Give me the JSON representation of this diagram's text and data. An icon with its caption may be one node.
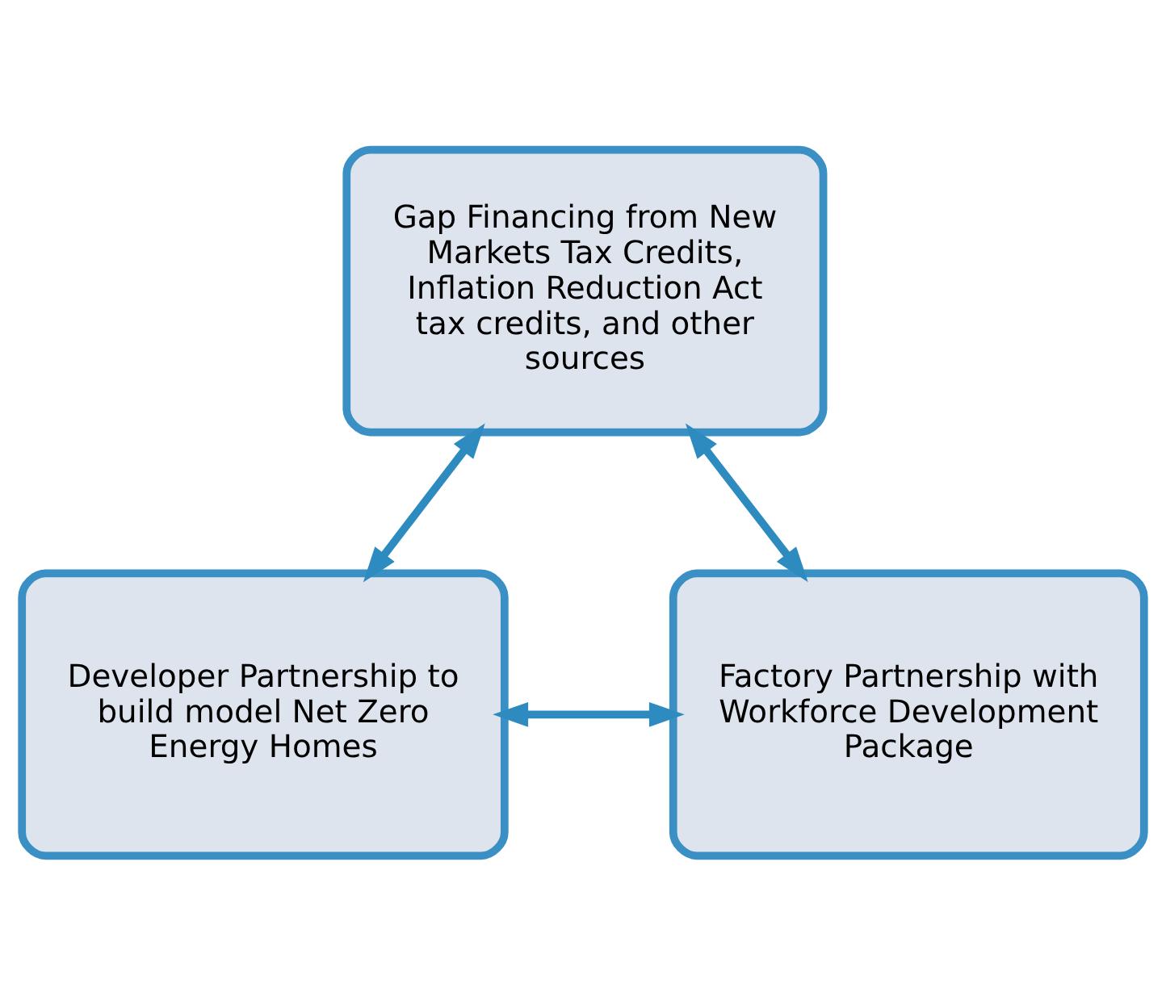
{
  "diagram": {
    "nodes": [
      {
        "text": [
          "Gap Financing from New Markets Tax Credits, Inflation Reduction Act tax credits, and other sources"
        ]
      },
      {
        "text": [
          "Developer Partnership to build model Net Zero Energy Homes"
        ]
      },
      {
        "text": [
          "Factory Partnership with Workforce Development Package"
        ]
      }
    ],
    "edges": [
      {
        "from": 0,
        "to": 1,
        "arrow": "both"
      },
      {
        "from": 0,
        "to": 2,
        "arrow": "both"
      },
      {
        "from": 1,
        "to": 2,
        "arrow": "both"
      }
    ]
  }
}
